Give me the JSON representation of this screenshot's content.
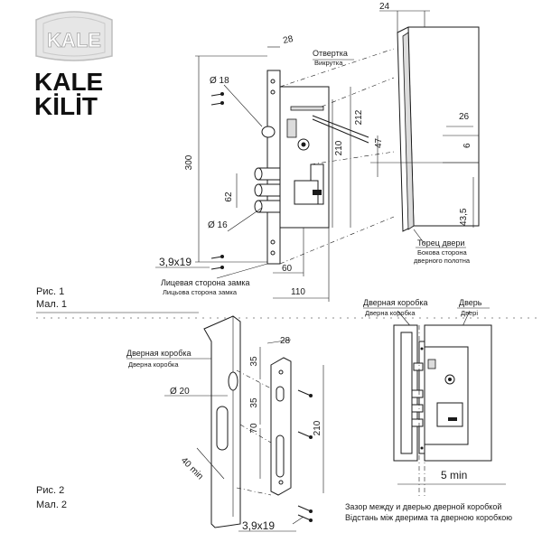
{
  "brand": {
    "logo_text": "KALE",
    "name_line1": "KALE",
    "name_line2": "KİLİT"
  },
  "colors": {
    "ink": "#1a1a1a",
    "paper": "#ffffff",
    "shade": "#dcdcdc"
  },
  "fig1": {
    "dims": {
      "faceplate_width": "28",
      "door_thickness": "24",
      "height_total": "300",
      "height_212": "212",
      "height_210": "210",
      "hole_18": "Ø 18",
      "screw": "3,9x19",
      "hole_16": "Ø 16",
      "spacing_62": "62",
      "backset_60": "60",
      "body_110": "110",
      "side_26": "26",
      "side_6": "6",
      "side_47": "47",
      "side_43_5": "43,5"
    },
    "labels": {
      "strike_ru": "Отвертка",
      "strike_ua": "Викрутка",
      "door_edge_ru": "Торец двери",
      "door_edge_ua1": "Бокова сторона",
      "door_edge_ua2": "дверного полотна",
      "face_ru": "Лицевая сторона замка",
      "face_ua": "Лицьова сторона замка"
    },
    "caption_ru": "Рис. 1",
    "caption_ua": "Мал. 1"
  },
  "fig2": {
    "dims": {
      "width_28": "28",
      "gap_35a": "35",
      "gap_35b": "35",
      "hole_20": "Ø 20",
      "len_70": "70",
      "height_210": "210",
      "min_40": "40 min",
      "screw": "3,9x19"
    },
    "labels": {
      "frame_ru": "Дверная коробка",
      "frame_ua": "Дверна коробка"
    },
    "caption_ru": "Рис. 2",
    "caption_ua": "Мал. 2"
  },
  "fig3": {
    "labels": {
      "frame_ru": "Дверная коробка",
      "frame_ua": "Дверна коробка",
      "door_ru": "Дверь",
      "door_ua": "Двері"
    },
    "dims": {
      "gap": "5 min"
    },
    "note_ru": "Зазор между и дверью дверной коробкой",
    "note_ua": "Відстань між дверима та дверною коробкою"
  }
}
